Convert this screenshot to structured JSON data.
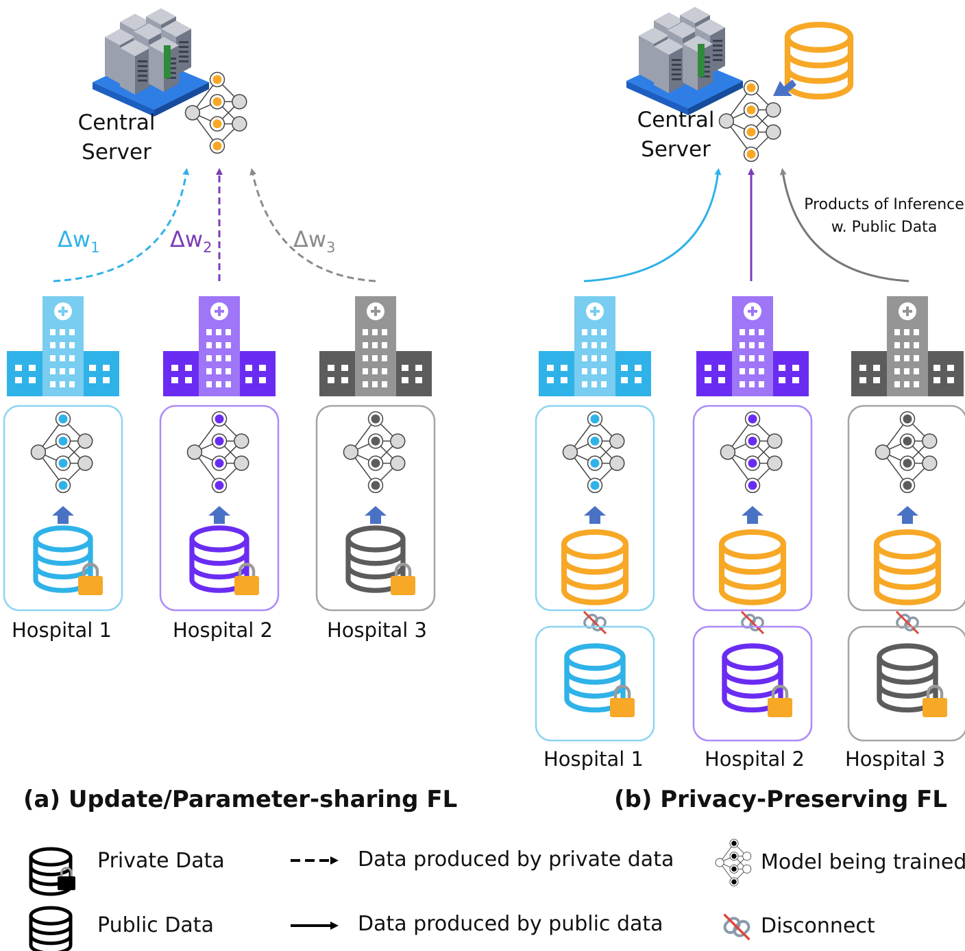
{
  "colors": {
    "hospital_1": "#2fb2e8",
    "hospital_2": "#6a2cf2",
    "hospital_3": "#5c5c5c",
    "public_data": "#f7a826",
    "arrow_blue": "#4a72c4",
    "lock": "#f7a826",
    "disconnect_red": "#e0443a"
  },
  "panel_a": {
    "server_label": "Central\nServer",
    "updates": [
      {
        "base": "Δw",
        "sub": "1"
      },
      {
        "base": "Δw",
        "sub": "2"
      },
      {
        "base": "Δw",
        "sub": "3"
      }
    ],
    "hospitals": [
      "Hospital 1",
      "Hospital 2",
      "Hospital 3"
    ],
    "caption": "(a) Update/Parameter-sharing FL"
  },
  "panel_b": {
    "server_label": "Central\nServer",
    "note": "Products of Inference\nw. Public Data",
    "hospitals": [
      "Hospital 1",
      "Hospital 2",
      "Hospital 3"
    ],
    "caption": "(b) Privacy-Preserving FL"
  },
  "legend": {
    "private_data": "Private Data",
    "public_data": "Public Data",
    "dashed_arrow": "Data produced by private data",
    "solid_arrow": "Data produced by public data",
    "model": "Model being trained",
    "disconnect": "Disconnect"
  }
}
